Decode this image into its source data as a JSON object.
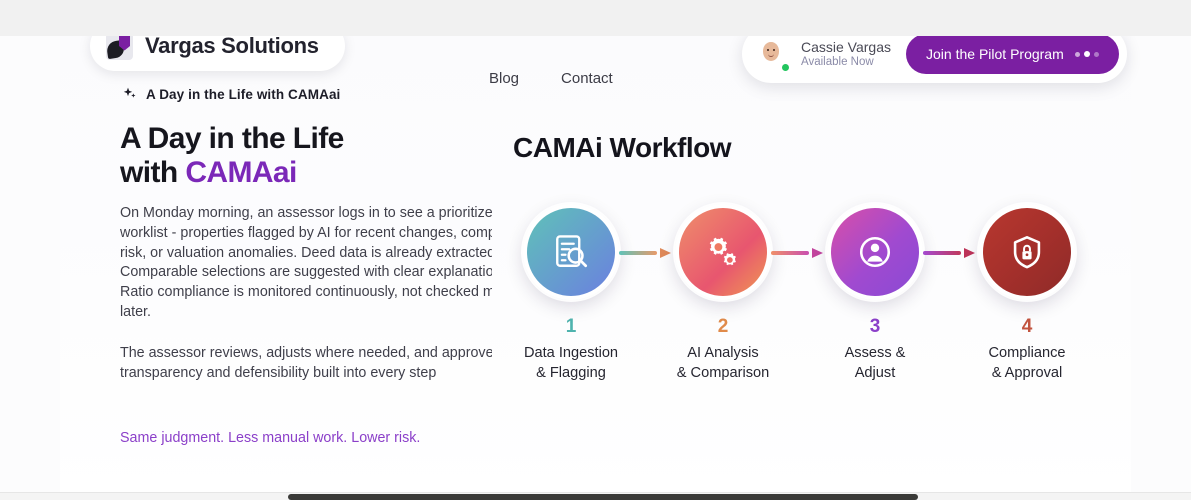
{
  "brand": {
    "name": "Vargas Solutions",
    "logo_icon": "vargas-leaf-flag-mark",
    "accent_color": "#7b1fa2"
  },
  "nav": {
    "items": [
      {
        "label": "Blog"
      },
      {
        "label": "Contact"
      }
    ]
  },
  "cta_widget": {
    "avatar_icon": "cassie-vargas-avatar",
    "person_name": "Cassie Vargas",
    "availability": "Available Now",
    "status_color": "#22c55e",
    "button_label": "Join the Pilot Program",
    "button_color": "#7b1fa2",
    "dots_icon": "loading-dots-icon"
  },
  "hero": {
    "eyebrow": "A Day in the Life with CAMAai",
    "eyebrow_icon": "sparkle-icon",
    "headline_line1": "A Day in the Life",
    "headline_line2_prefix": "with ",
    "headline_accent": "CAMAai",
    "headline_accent_color": "#7b28b8",
    "paragraph1": "On Monday morning, an assessor logs in to see a prioritized worklist - properties flagged by AI for recent changes, compliance risk, or valuation anomalies. Deed data is already extracted. Comparable selections are suggested with clear explanations. Ratio compliance is monitored continuously, not checked months later.",
    "paragraph2": "The assessor reviews, adjusts where needed, and approve - with transparency and defensibility built into every step",
    "tagline": "Same judgment. Less manual work. Lower risk.",
    "tagline_color": "#8b3fc9"
  },
  "workflow": {
    "title": "CAMAi Workflow",
    "steps": [
      {
        "number": "1",
        "label_line1": "Data Ingestion",
        "label_line2": "& Flagging",
        "icon": "document-search-icon",
        "number_color": "#4fb3ae",
        "gradient_from": "#5fc2b8",
        "gradient_to": "#6b7fe0"
      },
      {
        "number": "2",
        "label_line1": "AI Analysis",
        "label_line2": "& Comparison",
        "icon": "gears-icon",
        "number_color": "#e08a4a",
        "gradient_from": "#ef8f6a",
        "gradient_to": "#e8566f"
      },
      {
        "number": "3",
        "label_line1": "Assess &",
        "label_line2": "Adjust",
        "icon": "user-circle-icon",
        "number_color": "#8b3fc9",
        "gradient_from": "#d94fa8",
        "gradient_to": "#8a4ad4"
      },
      {
        "number": "4",
        "label_line1": "Compliance",
        "label_line2": "& Approval",
        "icon": "shield-lock-icon",
        "number_color": "#c2543f",
        "gradient_from": "#b8382f",
        "gradient_to": "#8e2b28"
      }
    ]
  }
}
